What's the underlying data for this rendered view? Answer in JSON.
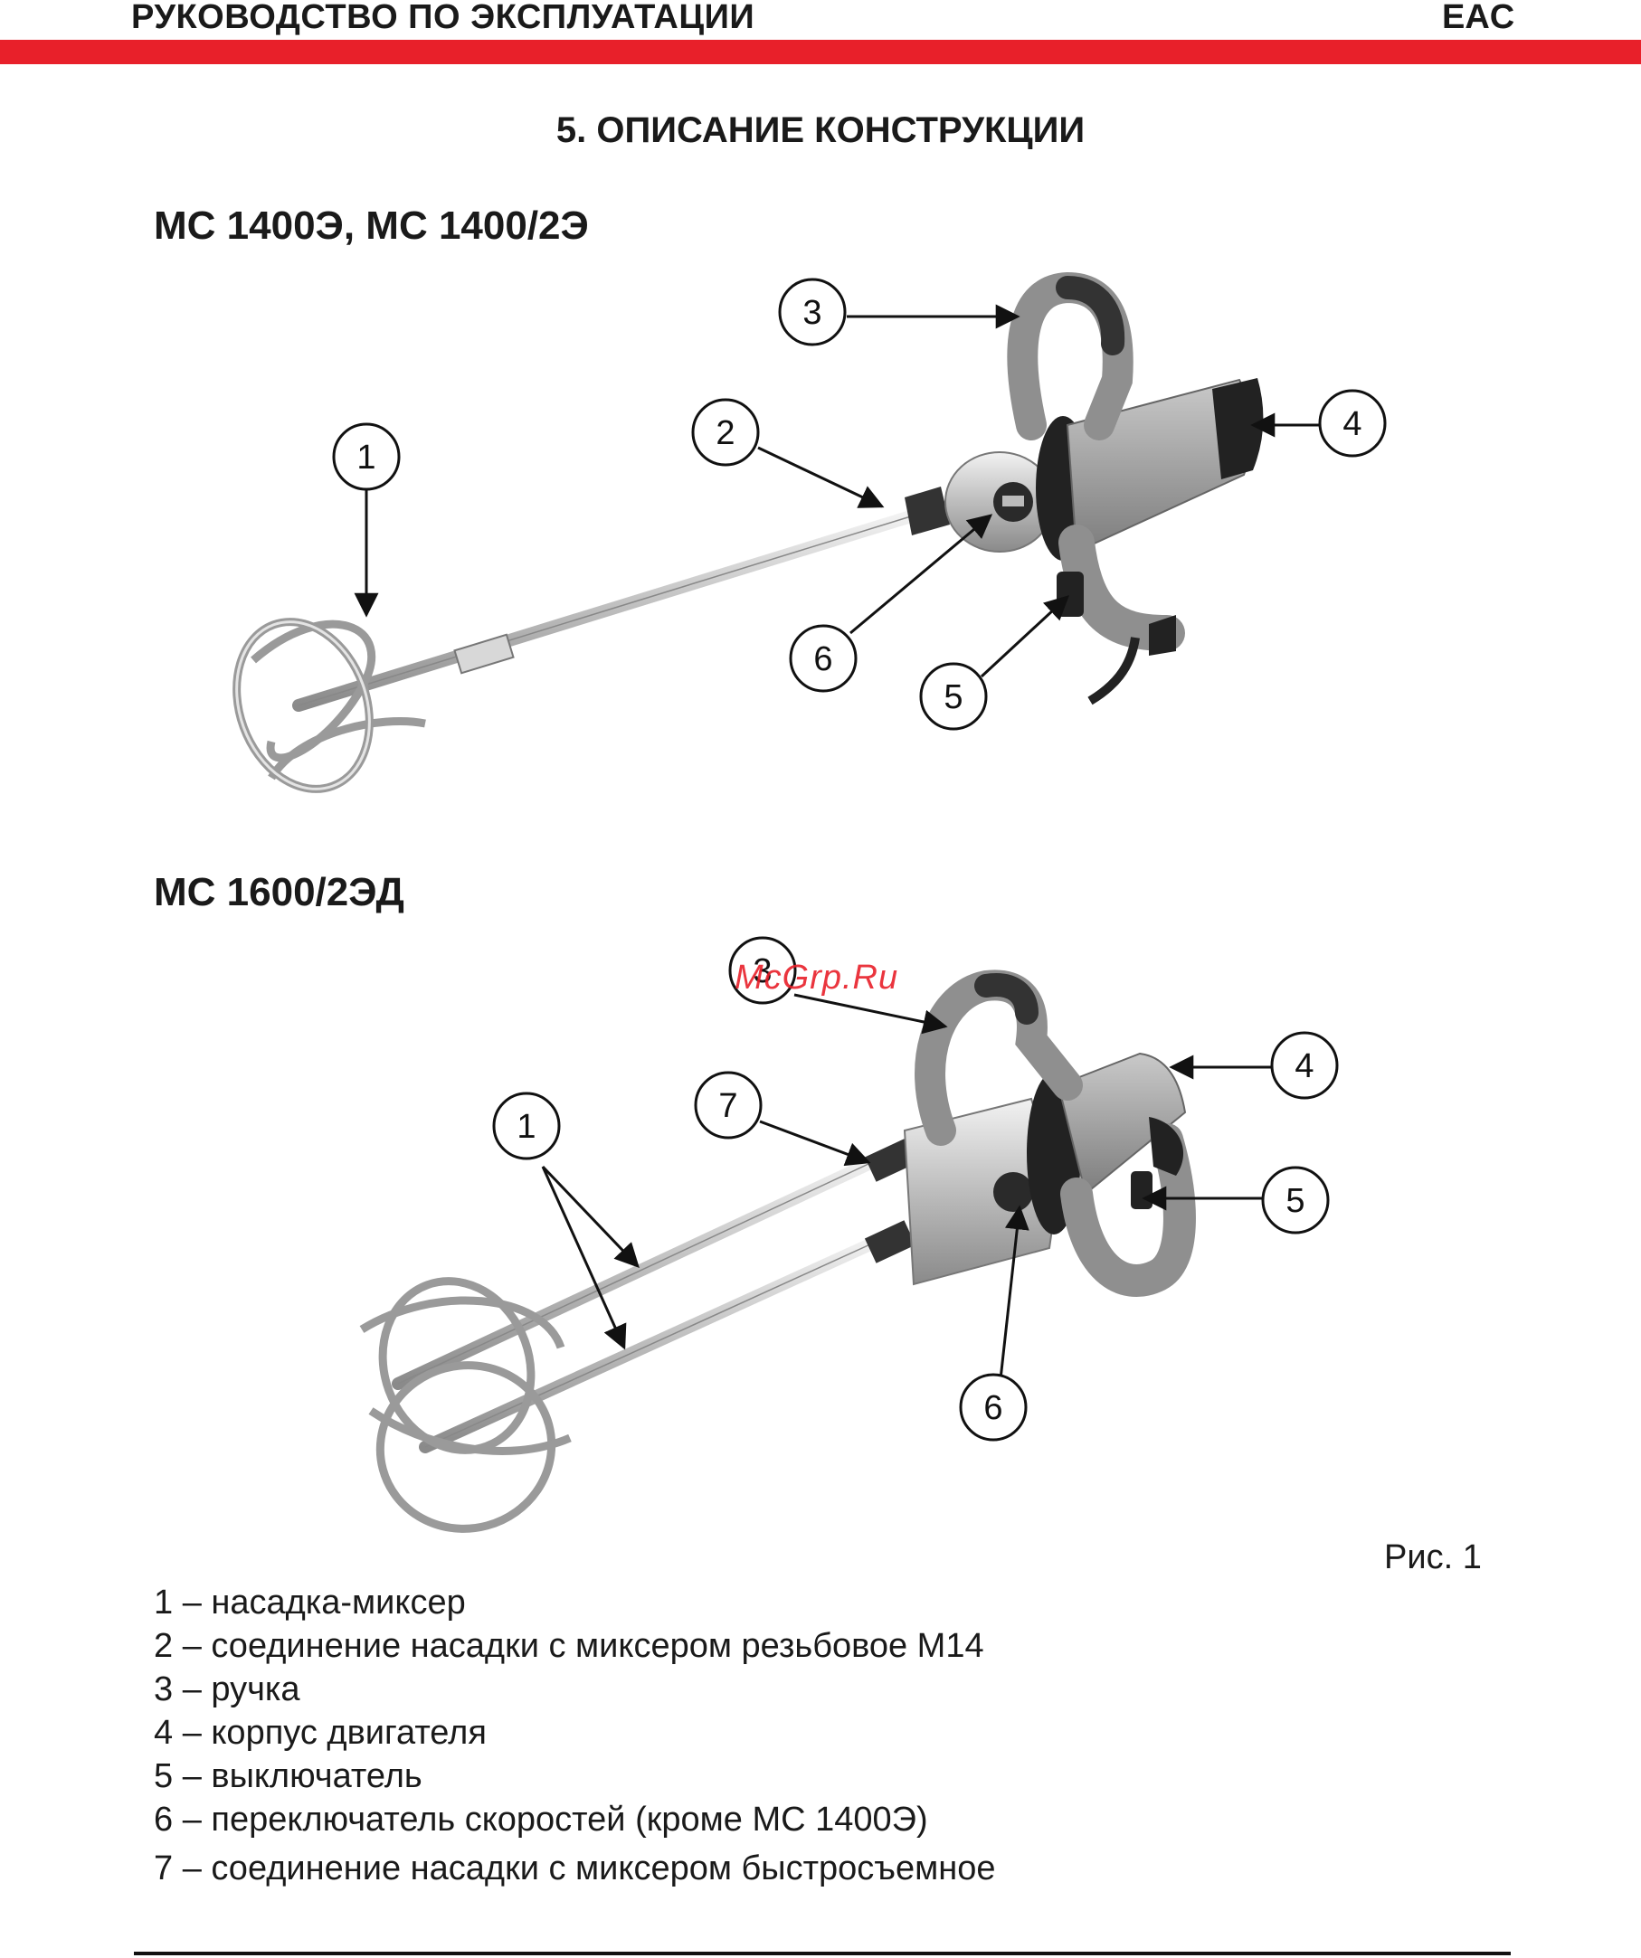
{
  "header": {
    "title": "РУКОВОДСТВО ПО ЭКСПЛУАТАЦИИ",
    "mark": "EAC",
    "accent_color": "#e8202a"
  },
  "section_title": "5. ОПИСАНИЕ КОНСТРУКЦИИ",
  "figures": [
    {
      "model": "МС 1400Э, МС 1400/2Э",
      "callouts": [
        "1",
        "2",
        "3",
        "4",
        "5",
        "6"
      ]
    },
    {
      "model": "МС 1600/2ЭД",
      "callouts": [
        "1",
        "3",
        "4",
        "5",
        "6",
        "7"
      ]
    }
  ],
  "watermark": "McGrp.Ru",
  "figure_caption": "Рис. 1",
  "legend": [
    "1 – насадка-миксер",
    "2 – соединение насадки с миксером резьбовое М14",
    "3 – ручка",
    "4 – корпус двигателя",
    "5 – выключатель",
    "6 – переключатель скоростей (кроме МС 1400Э)",
    "7 – соединение насадки с миксером быстросъемное"
  ]
}
